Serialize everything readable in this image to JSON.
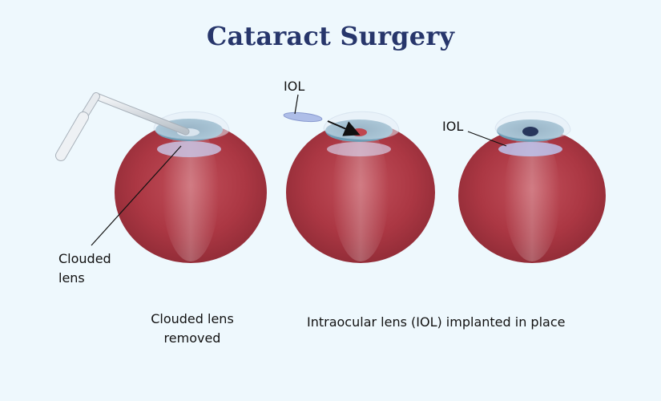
{
  "title": "Cataract Surgery",
  "labels": {
    "iol_top": "IOL",
    "iol_right": "IOL",
    "clouded_lens_line1": "Clouded",
    "clouded_lens_line2": "lens",
    "removed_line1": "Clouded lens",
    "removed_line2": "removed",
    "implanted": "Intraocular lens (IOL) implanted in place"
  },
  "colors": {
    "background": "#eef8fd",
    "title": "#27366b",
    "eyeball": "#b23c48",
    "iris": "#4f7f9a",
    "lens": "#bcc6ee",
    "instrument": "#d8dde2"
  }
}
